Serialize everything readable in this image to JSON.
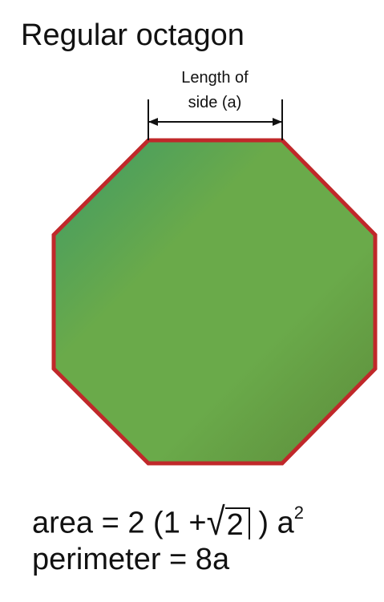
{
  "title": "Regular octagon",
  "side_label": {
    "line1": "Length of",
    "line2": "side (a)"
  },
  "colors": {
    "outline": "#c0282a",
    "fill_light": "#6aaa4a",
    "fill_teal": "#3e9a66",
    "fill_dark": "#5c8b3a"
  },
  "formulas": {
    "area_prefix": "area = 2 (1 +",
    "area_radicand": "2",
    "area_suffix": ") a",
    "area_exponent": "2",
    "perimeter": "perimeter = 8a"
  }
}
